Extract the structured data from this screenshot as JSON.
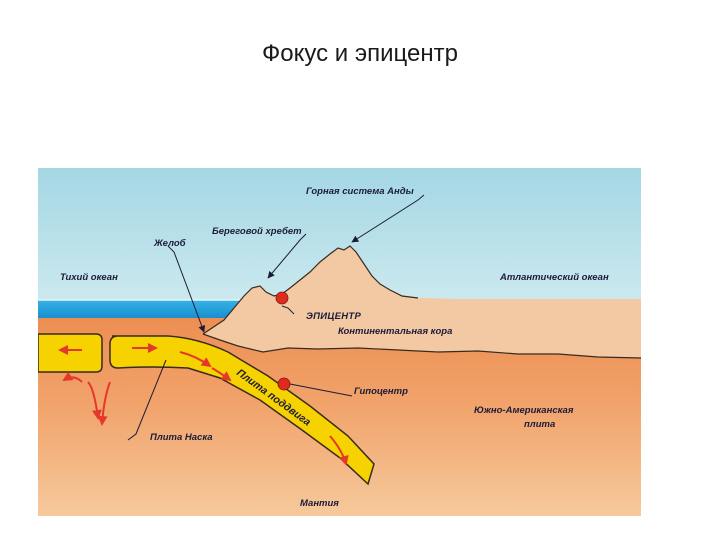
{
  "slide": {
    "title": "Фокус и эпицентр"
  },
  "diagram": {
    "labels": {
      "andes": "Горная система Анды",
      "coastal_range": "Береговой хребет",
      "trench": "Желоб",
      "pacific": "Тихий океан",
      "atlantic": "Атлантический океан",
      "epicenter": "ЭПИЦЕНТР",
      "continental_crust": "Континентальная кора",
      "hypocenter": "Гипоцентр",
      "south_american_plate_line1": "Южно-Американская",
      "south_american_plate_line2": "плита",
      "nazca_plate": "Плита Наска",
      "subducting_plate": "Плита поддвига",
      "mantle": "Мантия"
    },
    "colors": {
      "sky": "#a8d9e6",
      "ocean": "#2aa6df",
      "crust": "#f2c9a2",
      "mantle": "#ef9a5e",
      "plate": "#f6d200",
      "arrow": "#e4392a",
      "point": "#e02a1e"
    }
  }
}
